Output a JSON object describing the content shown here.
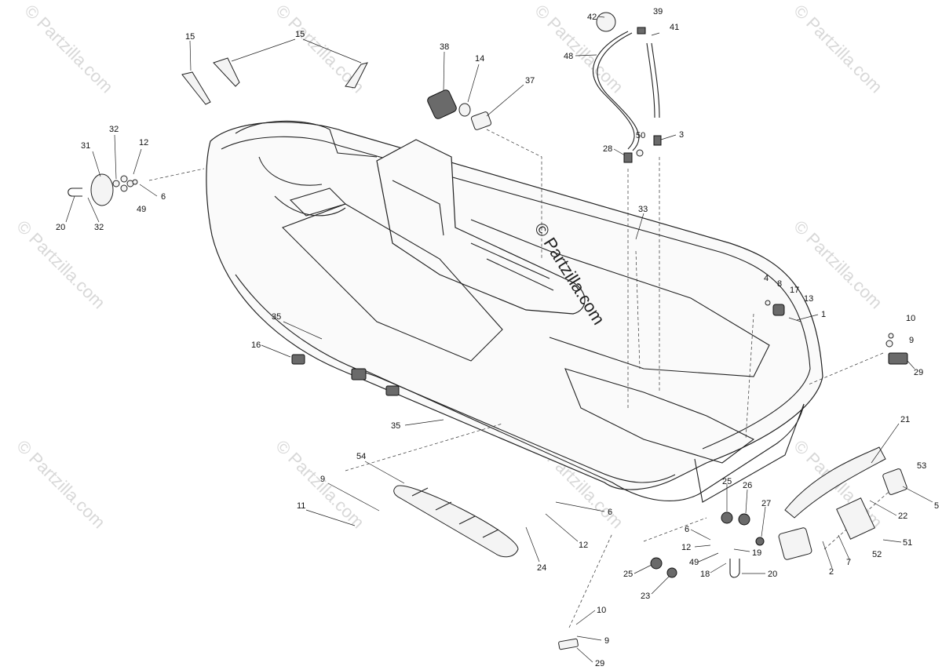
{
  "watermark": {
    "text": "© Partzilla.com",
    "center_text": "© Partzilla.com"
  },
  "callouts": [
    {
      "id": "c42",
      "label": "42"
    },
    {
      "id": "c39",
      "label": "39"
    },
    {
      "id": "c41",
      "label": "41"
    },
    {
      "id": "c48",
      "label": "48"
    },
    {
      "id": "c38",
      "label": "38"
    },
    {
      "id": "c14",
      "label": "14"
    },
    {
      "id": "c37",
      "label": "37"
    },
    {
      "id": "c15a",
      "label": "15"
    },
    {
      "id": "c15b",
      "label": "15"
    },
    {
      "id": "c32a",
      "label": "32"
    },
    {
      "id": "c31",
      "label": "31"
    },
    {
      "id": "c12a",
      "label": "12"
    },
    {
      "id": "c6a",
      "label": "6"
    },
    {
      "id": "c49a",
      "label": "49"
    },
    {
      "id": "c20a",
      "label": "20"
    },
    {
      "id": "c32b",
      "label": "32"
    },
    {
      "id": "c28",
      "label": "28"
    },
    {
      "id": "c50",
      "label": "50"
    },
    {
      "id": "c3",
      "label": "3"
    },
    {
      "id": "c33",
      "label": "33"
    },
    {
      "id": "c4",
      "label": "4"
    },
    {
      "id": "c8",
      "label": "8"
    },
    {
      "id": "c17",
      "label": "17"
    },
    {
      "id": "c13",
      "label": "13"
    },
    {
      "id": "c1",
      "label": "1"
    },
    {
      "id": "c10a",
      "label": "10"
    },
    {
      "id": "c9a",
      "label": "9"
    },
    {
      "id": "c29a",
      "label": "29"
    },
    {
      "id": "c35a",
      "label": "35"
    },
    {
      "id": "c16",
      "label": "16"
    },
    {
      "id": "c35b",
      "label": "35"
    },
    {
      "id": "c21",
      "label": "21"
    },
    {
      "id": "c53",
      "label": "53"
    },
    {
      "id": "c5",
      "label": "5"
    },
    {
      "id": "c22",
      "label": "22"
    },
    {
      "id": "c51",
      "label": "51"
    },
    {
      "id": "c52",
      "label": "52"
    },
    {
      "id": "c7",
      "label": "7"
    },
    {
      "id": "c2",
      "label": "2"
    },
    {
      "id": "c54",
      "label": "54"
    },
    {
      "id": "c9b",
      "label": "9"
    },
    {
      "id": "c11",
      "label": "11"
    },
    {
      "id": "c6b",
      "label": "6"
    },
    {
      "id": "c12b",
      "label": "12"
    },
    {
      "id": "c24",
      "label": "24"
    },
    {
      "id": "c25a",
      "label": "25"
    },
    {
      "id": "c26",
      "label": "26"
    },
    {
      "id": "c27",
      "label": "27"
    },
    {
      "id": "c6c",
      "label": "6"
    },
    {
      "id": "c12c",
      "label": "12"
    },
    {
      "id": "c19",
      "label": "19"
    },
    {
      "id": "c49b",
      "label": "49"
    },
    {
      "id": "c18",
      "label": "18"
    },
    {
      "id": "c20b",
      "label": "20"
    },
    {
      "id": "c25b",
      "label": "25"
    },
    {
      "id": "c23",
      "label": "23"
    },
    {
      "id": "c10b",
      "label": "10"
    },
    {
      "id": "c9c",
      "label": "9"
    },
    {
      "id": "c29b",
      "label": "29"
    }
  ]
}
